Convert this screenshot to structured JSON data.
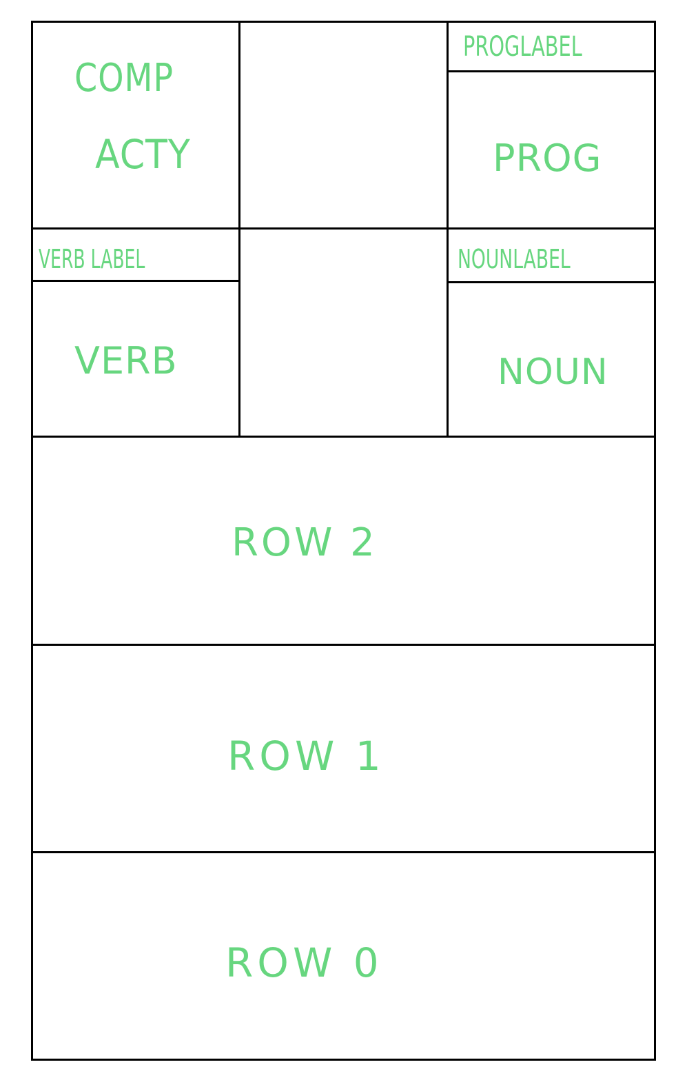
{
  "cells": {
    "comp_acty_line1": "COMP",
    "comp_acty_line2": "ACTY",
    "prog_label": "PROGLABEL",
    "prog": "PROG",
    "verb_label": "VERB LABEL",
    "verb": "VERB",
    "noun_label": "NOUNLABEL",
    "noun": "NOUN",
    "row2": "ROW 2",
    "row1": "ROW 1",
    "row0": "ROW 0"
  },
  "colors": {
    "label": "#67d67f",
    "line": "#000000"
  }
}
